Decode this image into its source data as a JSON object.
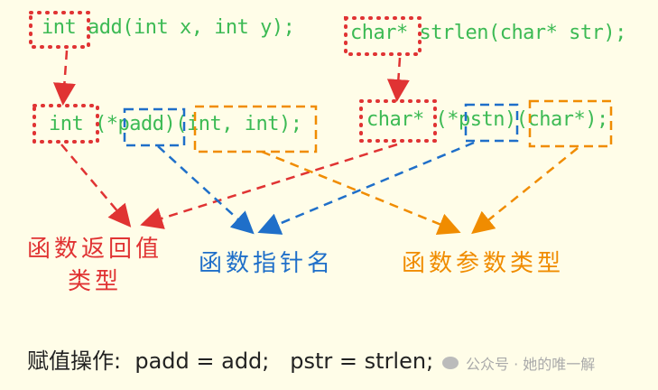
{
  "code": {
    "line1_left": {
      "ret": "int",
      "rest": " add(int x, int y);"
    },
    "line1_right": {
      "ret": "char*",
      "rest": " strlen(char* str);"
    },
    "line2_left": {
      "ret": "int",
      "ptr_open": " (*",
      "name": "padd",
      "close": ")",
      "params": "(int, int)",
      "end": ";"
    },
    "line2_right": {
      "ret": "char*",
      "ptr_open": " (*",
      "name": "pstn",
      "close": ")",
      "params": "(char*)",
      "end": ";"
    }
  },
  "labels": {
    "return_type": {
      "line1": "函数返回值",
      "line2": "类型",
      "color": "#e03333"
    },
    "pointer_name": {
      "text": "函数指针名",
      "color": "#1f6fc9"
    },
    "param_type": {
      "text": "函数参数类型",
      "color": "#f08c00"
    }
  },
  "assignment": {
    "text": "赋值操作:  padd = add;   pstr = strlen;"
  },
  "watermark": {
    "icon": "wechat-icon",
    "text": "公众号 · 她的唯一解"
  },
  "colors": {
    "background": "#fffde8",
    "code": "#3cba54",
    "return_type": "#e03333",
    "pointer_name": "#1f6fc9",
    "param_type": "#f08c00"
  }
}
